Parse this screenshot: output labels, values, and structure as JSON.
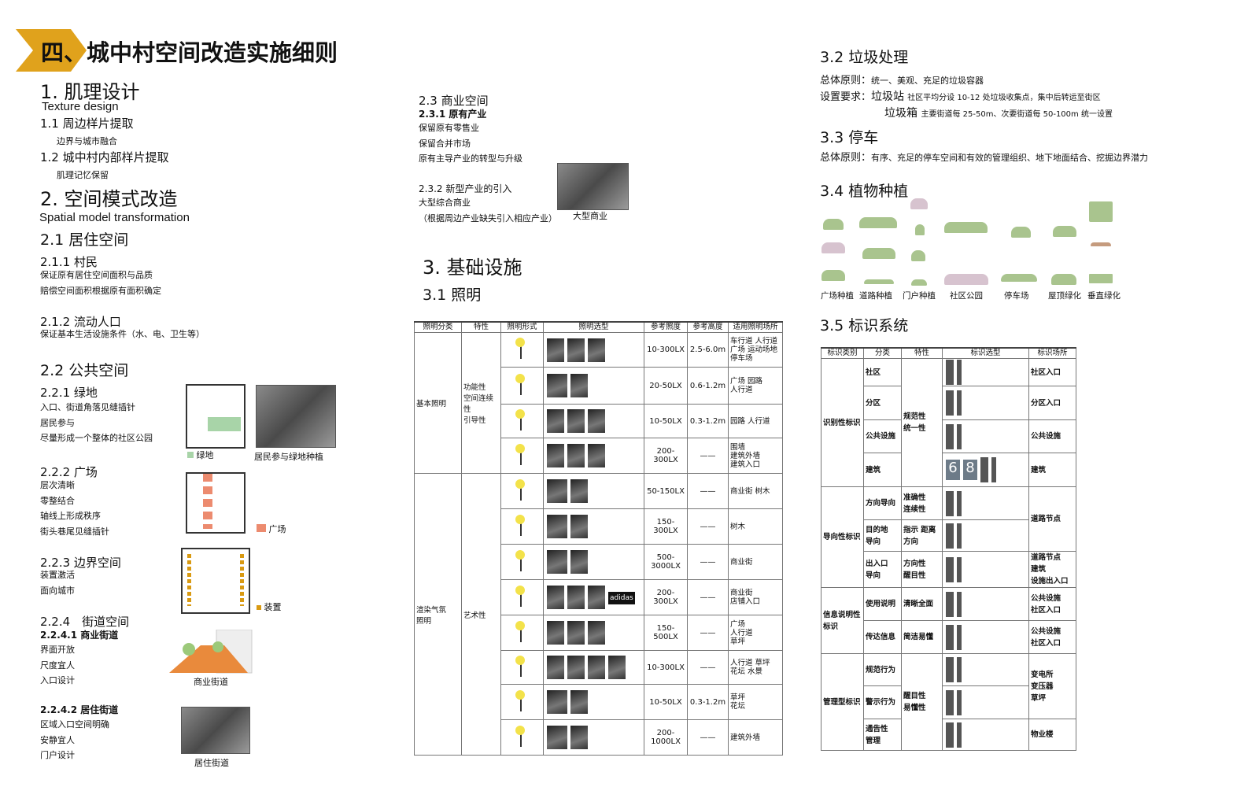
{
  "title": "四、城中村空间改造实施细则",
  "colors": {
    "banner": "#e0a21c",
    "green": "#a8d4a8",
    "plaza": "#ec8b6f",
    "device": "#d99a12",
    "lamp_glow": "#f3e24a"
  },
  "s1": {
    "heading": "1. 肌理设计",
    "en": "Texture design",
    "s11": "1.1 周边样片提取",
    "s11_text": "边界与城市融合",
    "s12": "1.2 城中村内部样片提取",
    "s12_text": "肌理记忆保留"
  },
  "s2": {
    "heading": "2. 空间模式改造",
    "en": "Spatial model transformation",
    "s21": "2.1 居住空间",
    "s211": "2.1.1 村民",
    "s211_lines": [
      "保证原有居住空间面积与品质",
      "赔偿空间面积根据原有面积确定"
    ],
    "s212": "2.1.2 流动人口",
    "s212_lines": [
      "保证基本生活设施条件（水、电、卫生等）"
    ],
    "s22": "2.2 公共空间",
    "s221": "2.2.1 绿地",
    "s221_lines": [
      "入口、街道角落见缝插针",
      "居民参与",
      "尽量形成一个整体的社区公园"
    ],
    "s221_legend": "绿地",
    "s221_photo_caption": "居民参与绿地种植",
    "s222": "2.2.2 广场",
    "s222_lines": [
      "层次清晰",
      "零整结合",
      "轴线上形成秩序",
      "街头巷尾见缝插针"
    ],
    "s222_legend": "广场",
    "s223": "2.2.3 边界空间",
    "s223_lines": [
      "装置激活",
      "面向城市"
    ],
    "s223_legend": "装置",
    "s224": "2.2.4　街道空间",
    "s2241": "2.2.4.1 商业街道",
    "s2241_lines": [
      "界面开放",
      "尺度宜人",
      "入口设计"
    ],
    "s2241_caption": "商业街道",
    "s2242": "2.2.4.2 居住街道",
    "s2242_lines": [
      "区域入口空间明确",
      "安静宜人",
      "门户设计"
    ],
    "s2242_caption": "居住街道",
    "s23": "2.3 商业空间",
    "s231": "2.3.1 原有产业",
    "s231_lines": [
      "保留原有零售业",
      "保留合并市场",
      "原有主导产业的转型与升级"
    ],
    "s232": "2.3.2 新型产业的引入",
    "s232_lines": [
      "大型综合商业",
      "（根据周边产业缺失引入相应产业）"
    ],
    "s232_caption": "大型商业"
  },
  "s3": {
    "heading": "3. 基础设施",
    "s31": "3.1 照明",
    "lighting_table": {
      "headers": [
        "照明分类",
        "特性",
        "照明形式",
        "照明选型",
        "参考照度",
        "参考高度",
        "适用照明场所"
      ],
      "groups": [
        {
          "category": "基本照明",
          "trait": "功能性\n空间连续性\n引导性",
          "rows": [
            {
              "thumbs": 3,
              "lux": "10-300LX",
              "height": "2.5-6.0m",
              "place": "车行道 人行道\n广场 运动场地\n停车场"
            },
            {
              "thumbs": 2,
              "lux": "20-50LX",
              "height": "0.6-1.2m",
              "place": "广场 园路\n人行道"
            },
            {
              "thumbs": 3,
              "lux": "10-50LX",
              "height": "0.3-1.2m",
              "place": "园路 人行道"
            },
            {
              "thumbs": 3,
              "lux": "200-300LX",
              "height": "——",
              "place": "围墙\n建筑外墙\n建筑入口"
            }
          ]
        },
        {
          "category": "渲染气氛\n照明",
          "trait": "艺术性",
          "rows": [
            {
              "thumbs": 2,
              "lux": "50-150LX",
              "height": "——",
              "place": "商业街 树木"
            },
            {
              "thumbs": 2,
              "lux": "150-300LX",
              "height": "——",
              "place": "树木"
            },
            {
              "thumbs": 2,
              "lux": "500-3000LX",
              "height": "——",
              "place": "商业街"
            },
            {
              "thumbs": 3,
              "lux": "200-300LX",
              "height": "——",
              "place": "商业街\n店铺入口",
              "brand": "adidas"
            },
            {
              "thumbs": 3,
              "lux": "150-500LX",
              "height": "——",
              "place": "广场\n人行道\n草坪"
            },
            {
              "thumbs": 4,
              "lux": "10-300LX",
              "height": "——",
              "place": "人行道 草坪\n花坛 水景"
            },
            {
              "thumbs": 2,
              "lux": "10-50LX",
              "height": "0.3-1.2m",
              "place": "草坪\n花坛"
            },
            {
              "thumbs": 2,
              "lux": "200-1000LX",
              "height": "——",
              "place": "建筑外墙"
            }
          ]
        }
      ]
    },
    "s32": "3.2 垃圾处理",
    "s32_principle_label": "总体原则：",
    "s32_principle": "统一、美观、充足的垃圾容器",
    "s32_req_label": "设置要求：",
    "s32_station_label": "垃圾站",
    "s32_station": "社区平均分设 10-12 处垃圾收集点，集中后转运至街区",
    "s32_bin_label": "垃圾箱",
    "s32_bin": "主要街道每 25-50m、次要街道每 50-100m 统一设置",
    "s33": "3.3 停车",
    "s33_principle_label": "总体原则：",
    "s33_principle": "有序、充足的停车空间和有效的管理组织、地下地面结合、挖掘边界潜力",
    "s34": "3.4 植物种植",
    "plant_labels": [
      "广场种植",
      "道路种植",
      "门户种植",
      "社区公园",
      "停车场",
      "屋顶绿化",
      "垂直绿化"
    ],
    "s35": "3.5 标识系统",
    "sign_table": {
      "headers": [
        "标识类别",
        "分类",
        "特性",
        "标识选型",
        "标识场所"
      ],
      "groups": [
        {
          "category": "识别性标识",
          "rows": [
            {
              "sub": "社区",
              "trait": "规范性\n统一性",
              "trait_span": 4,
              "place": "社区入口"
            },
            {
              "sub": "分区",
              "place": "分区入口"
            },
            {
              "sub": "公共设施",
              "place": "公共设施"
            },
            {
              "sub": "建筑",
              "place": "建筑",
              "nums": [
                "6",
                "8"
              ]
            }
          ]
        },
        {
          "category": "导向性标识",
          "rows": [
            {
              "sub": "方向导向",
              "trait": "准确性\n连续性",
              "place": "道路节点",
              "place_span": 2
            },
            {
              "sub": "目的地\n导向",
              "trait": "指示 距离\n方向"
            },
            {
              "sub": "出入口\n导向",
              "trait": "方向性\n醒目性",
              "place": "道路节点\n建筑\n设施出入口"
            }
          ]
        },
        {
          "category": "信息说明性\n标识",
          "rows": [
            {
              "sub": "使用说明",
              "trait": "清晰全面",
              "place": "公共设施\n社区入口"
            },
            {
              "sub": "传达信息",
              "trait": "简洁易懂",
              "place": "公共设施\n社区入口"
            }
          ]
        },
        {
          "category": "管理型标识",
          "rows": [
            {
              "sub": "规范行为",
              "trait": "醒目性\n易懂性",
              "trait_span": 3,
              "place": "变电所\n变压器\n草坪",
              "place_span": 2
            },
            {
              "sub": "警示行为"
            },
            {
              "sub": "通告性\n管理",
              "place": "物业楼"
            }
          ]
        }
      ]
    }
  }
}
